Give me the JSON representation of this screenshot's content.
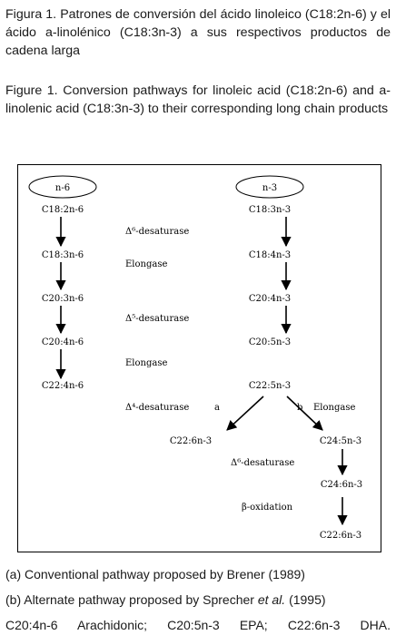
{
  "caption_es": "Figura 1. Patrones de conversión del ácido linoleico (C18:2n-6) y el ácido a-linolénico (C18:3n-3) a sus respectivos productos de cadena larga",
  "caption_en": "Figure 1. Conversion pathways for linoleic acid (C18:2n-6) and a-linolenic acid (C18:3n-3) to their corresponding long chain products",
  "diagram": {
    "series_n6_label": "n-6",
    "series_n3_label": "n-3",
    "n6_nodes": [
      "C18:2n-6",
      "C18:3n-6",
      "C20:3n-6",
      "C20:4n-6",
      "C22:4n-6"
    ],
    "n3_nodes": [
      "C18:3n-3",
      "C18:4n-3",
      "C20:4n-3",
      "C20:5n-3",
      "C22:5n-3"
    ],
    "enzymes": {
      "delta6": "Δ⁶-desaturase",
      "elong1": "Elongase",
      "delta5": "Δ⁵-desaturase",
      "elong2": "Elongase",
      "delta4": "Δ⁴-desaturase",
      "elong3": "Elongase",
      "delta6b": "Δ⁶-desaturase",
      "beta_ox": "β-oxidation"
    },
    "path_a_label": "a",
    "path_b_label": "b",
    "branch_a_node": "C22:6n-3",
    "branch_b_nodes": [
      "C24:5n-3",
      "C24:6n-3",
      "C22:6n-3"
    ]
  },
  "notes": {
    "a": "(a) Conventional pathway proposed by Brener (1989)",
    "b_prefix": "(b) Alternate pathway proposed by Sprecher ",
    "b_em": "et al.",
    "b_suffix": " (1995)",
    "c": "C20:4n-6 Arachidonic; C20:5n-3 EPA; C22:6n-3 DHA."
  }
}
